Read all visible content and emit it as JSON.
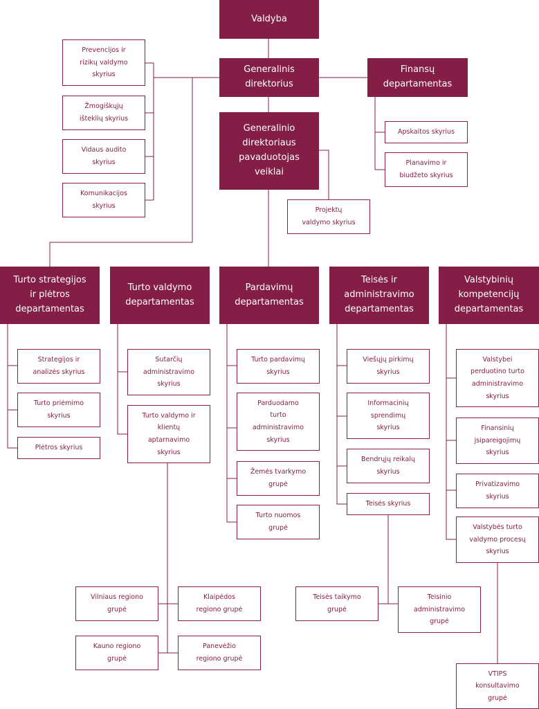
{
  "colors": {
    "primary": "#841e47",
    "line": "#841e47",
    "background": "#ffffff"
  },
  "boxes": {
    "valdyba": "Valdyba",
    "generalinis": "Generalinis\ndirektorius",
    "finansu": "Finansų\ndepartamentas",
    "pavaduotojas": "Generalinio\ndirektoriaus\npavaduotojas\nveiklai",
    "prevencijos": "Prevencijos ir\nrizikų valdymo\nskyrius",
    "zmogiskuju": "Žmogiškųjų\ništeklių skyrius",
    "vidaus": "Vidaus audito\nskyrius",
    "komunikacijos": "Komunikacijos\nskyrius",
    "apskaitos": "Apskaitos skyrius",
    "planavimo": "Planavimo ir\nbiudžeto skyrius",
    "projektu": "Projektų\nvaldymo skyrius",
    "turto_strategijos": "Turto strategijos\nir plėtros\ndepartamentas",
    "turto_valdymo": "Turto valdymo\ndepartamentas",
    "pardavimu": "Pardavimų\ndepartamentas",
    "teises": "Teisės ir\nadministravimo\ndepartamentas",
    "valstybiniu": "Valstybinių\nkompetencijų\ndepartamentas",
    "strategijos_analizes": "Strategijos ir\nanalizės skyrius",
    "turto_priemimo": "Turto priėmimo\nskyrius",
    "pletros": "Plėtros skyrius",
    "sutarciu": "Sutarčių\nadministravimo\nskyrius",
    "turto_valdymo_klientu": "Turto valdymo ir\nklientų\naptarnavimo\nskyrius",
    "turto_pardavimu": "Turto pardavimų\nskyrius",
    "parduodamo": "Parduodamo\nturto\nadministravimo\nskyrius",
    "zemes": "Žemės tvarkymo\ngrupė",
    "turto_nuomos": "Turto nuomos\ngrupė",
    "viesuju": "Viešųjų pirkimų\nskyrius",
    "informaciniu": "Informacinių\nsprendimų\nskyrius",
    "bendruju": "Bendrųjų reikalų\nskyrius",
    "teises_skyrius": "Teisės skyrius",
    "valstybei_perduotino": "Valstybei\nperduotino turto\nadministravimo\nskyrius",
    "finansiniu": "Finansinių\njsipareigojimų\nskyrius",
    "privatizavimo": "Privatizavimo\nskyrius",
    "valstybes_turto": "Valstybės turto\nvaldymo procesų\nskyrius",
    "vilniaus": "Vilniaus regiono\ngrupė",
    "klaipedos": "Klaipėdos\nregiono grupė",
    "kauno": "Kauno regiono\ngrupė",
    "panevezio": "Panevėžio\nregiono grupė",
    "teises_taikymo": "Teisės taikymo\ngrupė",
    "teisinio": "Teisinio\nadministravimo\ngrupė",
    "vtips": "VTIPS\nkonsultavimo\ngrupė"
  }
}
